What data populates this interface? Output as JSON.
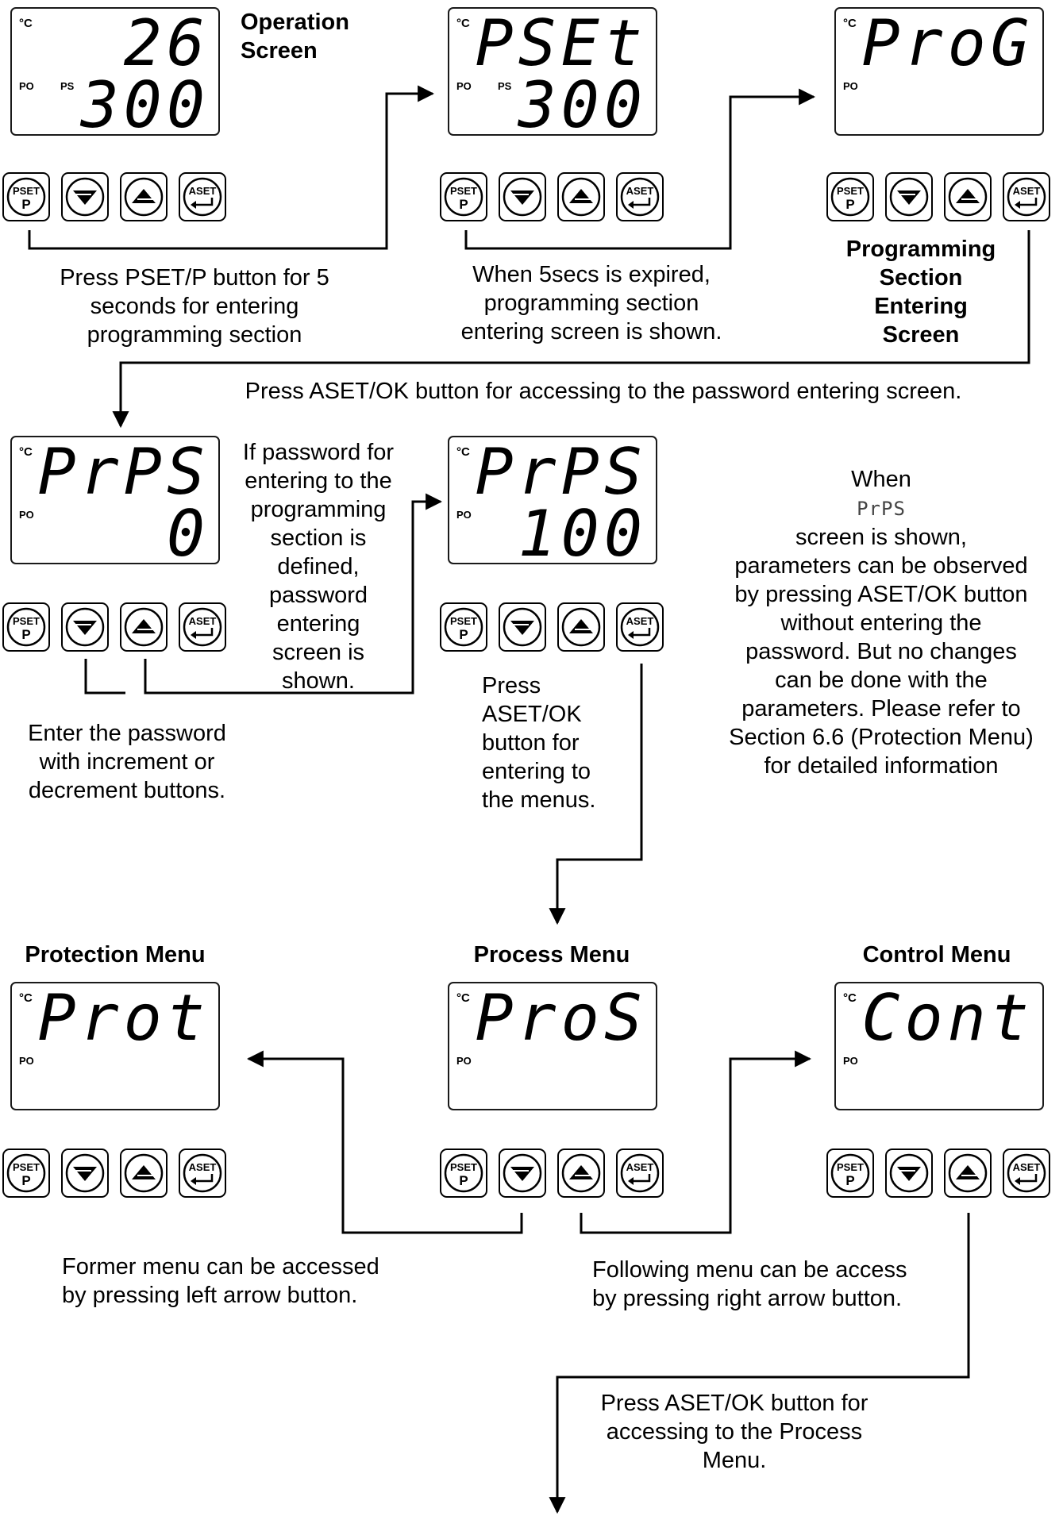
{
  "panels": {
    "operation": {
      "unit": "°C",
      "top": "26",
      "bottom": "300",
      "indicators": [
        "PO",
        "PS"
      ]
    },
    "pset": {
      "unit": "°C",
      "top": "PSEt",
      "bottom": "300",
      "indicators": [
        "PO",
        "PS"
      ]
    },
    "prog": {
      "unit": "°C",
      "top": "ProG",
      "bottom": "",
      "indicators": [
        "PO"
      ]
    },
    "prps_0": {
      "unit": "°C",
      "top": "PrPS",
      "bottom": "0",
      "indicators": [
        "PO"
      ]
    },
    "prps_100": {
      "unit": "°C",
      "top": "PrPS",
      "bottom": "100",
      "indicators": [
        "PO"
      ]
    },
    "protection": {
      "unit": "°C",
      "top": "Prot",
      "bottom": "",
      "indicators": [
        "PO"
      ]
    },
    "process": {
      "unit": "°C",
      "top": "ProS",
      "bottom": "",
      "indicators": [
        "PO"
      ]
    },
    "control": {
      "unit": "°C",
      "top": "Cont",
      "bottom": "",
      "indicators": [
        "PO"
      ]
    }
  },
  "buttons": {
    "pset_top": "PSET",
    "pset_bottom": "P",
    "aset": "ASET"
  },
  "labels": {
    "operation_screen": "Operation\nScreen",
    "programming_section": "Programming\nSection\nEntering\nScreen",
    "protection_menu": "Protection Menu",
    "process_menu": "Process Menu",
    "control_menu": "Control Menu"
  },
  "captions": {
    "press_pset": "Press PSET/P button for 5\nseconds for entering\nprogramming section",
    "when_expired": "When 5secs is expired,\nprogramming section\nentering screen is shown.",
    "press_aset_access": "Press ASET/OK button for accessing to the password entering screen.",
    "if_password": "If password for\nentering to the\nprogramming\nsection is\ndefined,\npassword\nentering\nscreen is\nshown.",
    "when_prefix": "When",
    "when_display": "PrPS",
    "when_rest": "screen is shown,\nparameters can be observed\nby pressing ASET/OK button\nwithout entering the\npassword. But no changes\ncan be done with the\nparameters. Please refer to\nSection 6.6 (Protection Menu)\nfor detailed information",
    "enter_password": "Enter the password\nwith increment or\ndecrement buttons.",
    "press_aset_menus": "Press\nASET/OK\nbutton for\nentering to\nthe menus.",
    "former_menu": "Former menu can be accessed\nby pressing left arrow button.",
    "following_menu": "Following menu can be access\nby pressing right arrow button.",
    "press_aset_process": "Press ASET/OK button for\naccessing to the Process\nMenu."
  },
  "colors": {
    "line": "#000000",
    "panel_border": "#1a1a1a",
    "text": "#000000"
  }
}
